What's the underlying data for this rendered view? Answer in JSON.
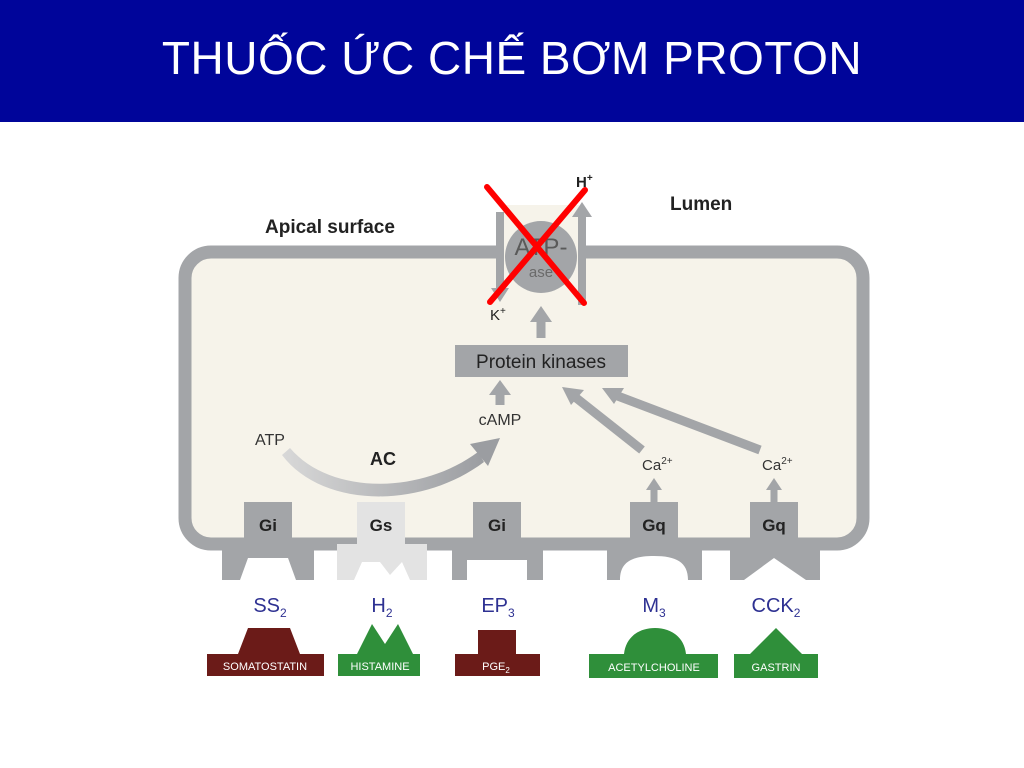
{
  "slide": {
    "title": "THUỐC ỨC CHẾ BƠM PROTON"
  },
  "diagram": {
    "apical_surface": "Apical surface",
    "lumen": "Lumen",
    "h_ion": "H",
    "h_sup": "+",
    "k_ion": "K",
    "k_sup": "+",
    "pump_line1": "ATP-",
    "pump_line2": "ase",
    "protein_kinases": "Protein kinases",
    "camp": "cAMP",
    "atp": "ATP",
    "ac": "AC",
    "ca": "Ca",
    "ca_sup": "2+",
    "g_proteins": [
      "Gi",
      "Gs",
      "Gi",
      "Gq",
      "Gq"
    ],
    "receptors": [
      {
        "base": "SS",
        "sub": "2"
      },
      {
        "base": "H",
        "sub": "2"
      },
      {
        "base": "EP",
        "sub": "3"
      },
      {
        "base": "M",
        "sub": "3"
      },
      {
        "base": "CCK",
        "sub": "2"
      }
    ],
    "ligands": [
      {
        "label": "SOMATOSTATIN",
        "sub": "",
        "type": "inhibitory"
      },
      {
        "label": "HISTAMINE",
        "sub": "",
        "type": "stimulatory"
      },
      {
        "label": "PGE",
        "sub": "2",
        "type": "inhibitory"
      },
      {
        "label": "ACETYLCHOLINE",
        "sub": "",
        "type": "stimulatory"
      },
      {
        "label": "GASTRIN",
        "sub": "",
        "type": "stimulatory"
      }
    ],
    "colors": {
      "title_bg": "#00059a",
      "membrane": "#a3a5a8",
      "cell_fill": "#f6f3ea",
      "inhibitory": "#6b1b18",
      "stimulatory": "#2f8f3a",
      "cross": "#ff0000",
      "receptor_text": "#2e3192"
    }
  }
}
